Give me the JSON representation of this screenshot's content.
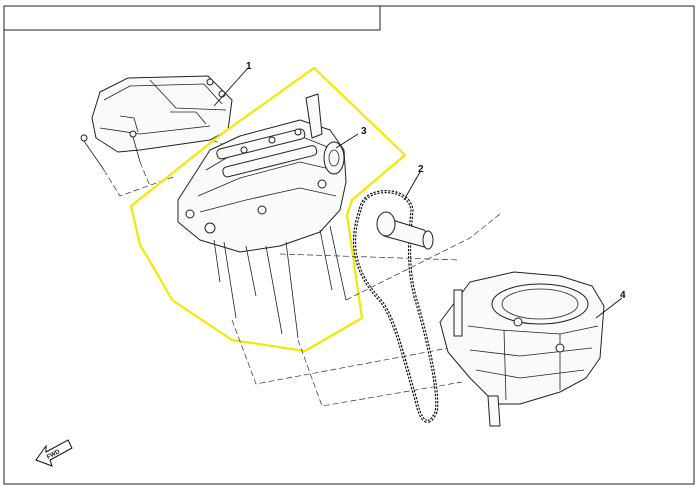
{
  "header": {
    "title": ""
  },
  "callouts": [
    {
      "id": "1",
      "label": "1",
      "part": "cylinder-head-cover"
    },
    {
      "id": "2",
      "label": "2",
      "part": "timing-chain"
    },
    {
      "id": "3",
      "label": "3",
      "part": "cylinder-head-assembly"
    },
    {
      "id": "4",
      "label": "4",
      "part": "cylinder-block"
    }
  ],
  "fwd_indicator": {
    "label": "FWD"
  },
  "colors": {
    "highlight": "#f5e800",
    "line": "#222222",
    "background": "#ffffff"
  },
  "highlighted_part": "3"
}
